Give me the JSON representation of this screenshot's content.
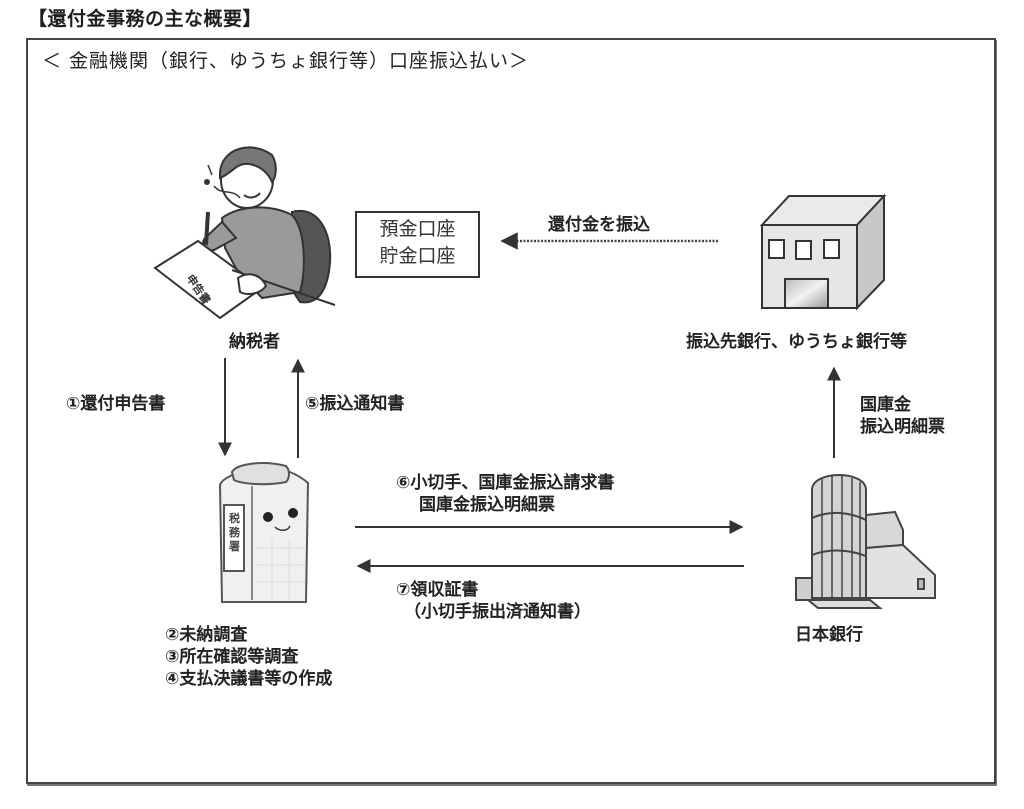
{
  "heading": "【還付金事務の主な概要】",
  "subtitle": "＜ 金融機関（銀行、ゆうちょ銀行等）口座振込払い＞",
  "nodes": {
    "taxpayer": {
      "label": "納税者",
      "paper_text": "申告書"
    },
    "deposit_account": {
      "lines": [
        "預金口座",
        "貯金口座"
      ]
    },
    "recipient_bank": {
      "label": "振込先銀行、ゆうちょ銀行等"
    },
    "tax_office": {
      "sign_text": "税務署",
      "tasks": [
        "②未納調査",
        "③所在確認等調査",
        "④支払決議書等の作成"
      ]
    },
    "boj": {
      "label": "日本銀行"
    }
  },
  "flows": {
    "refund_transfer": "還付金を振込",
    "step1": "①還付申告書",
    "step5": "⑤振込通知書",
    "treasury_statement": [
      "国庫金",
      "振込明細票"
    ],
    "step6": [
      "⑥小切手、国庫金振込請求書",
      "国庫金振込明細票"
    ],
    "step7": [
      "⑦領収証書",
      "（小切手振出済通知書）"
    ]
  }
}
